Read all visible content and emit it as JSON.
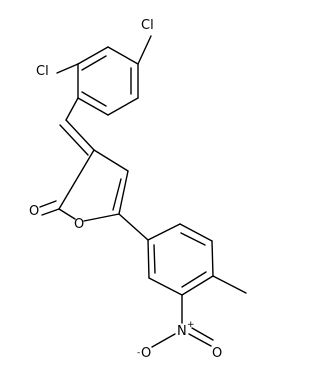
{
  "molecule": {
    "atoms": {
      "cl_top": "Cl",
      "cl_left": "Cl",
      "o_carbonyl": "O",
      "o_ring": "O",
      "n_nitro": "N",
      "n_charge": "+",
      "o_nitro_down": "O",
      "o_nitro_down_charge": "-",
      "o_nitro_right": "O"
    }
  }
}
